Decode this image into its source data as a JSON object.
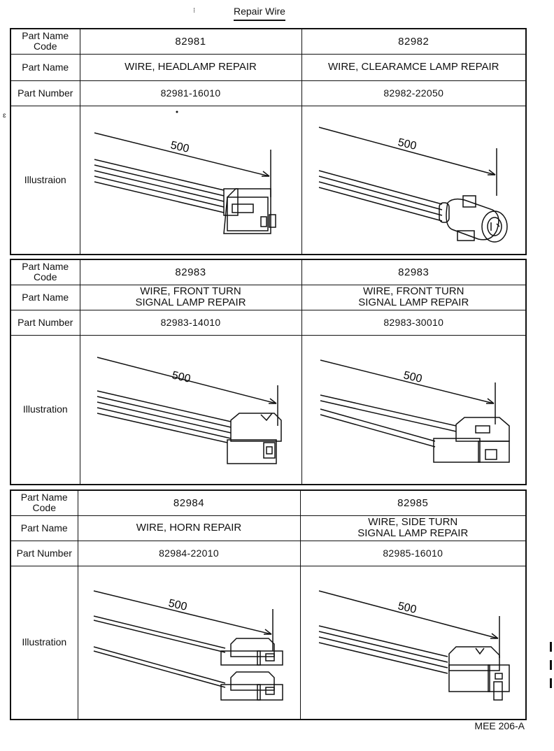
{
  "header": {
    "title": "Repair Wire"
  },
  "labels": {
    "code": "Part Name\nCode",
    "name": "Part Name",
    "number": "Part Number",
    "illustration_first": "Illustraion",
    "illustration": "Illustration"
  },
  "dimension": "500",
  "tables": [
    {
      "left": {
        "code": "82981",
        "name": "WIRE, HEADLAMP REPAIR",
        "number": "82981-16010"
      },
      "right": {
        "code": "82982",
        "name": "WIRE, CLEARAMCE LAMP REPAIR",
        "number": "82982-22050"
      }
    },
    {
      "left": {
        "code": "82983",
        "name": "WIRE, FRONT TURN\nSIGNAL LAMP REPAIR",
        "number": "82983-14010"
      },
      "right": {
        "code": "82983",
        "name": "WIRE, FRONT TURN\nSIGNAL LAMP REPAIR",
        "number": "82983-30010"
      }
    },
    {
      "left": {
        "code": "82984",
        "name": "WIRE, HORN REPAIR",
        "number": "82984-22010"
      },
      "right": {
        "code": "82985",
        "name": "WIRE, SIDE TURN\nSIGNAL LAMP REPAIR",
        "number": "82985-16010"
      }
    }
  ],
  "footer": {
    "code": "MEE 206-A"
  }
}
